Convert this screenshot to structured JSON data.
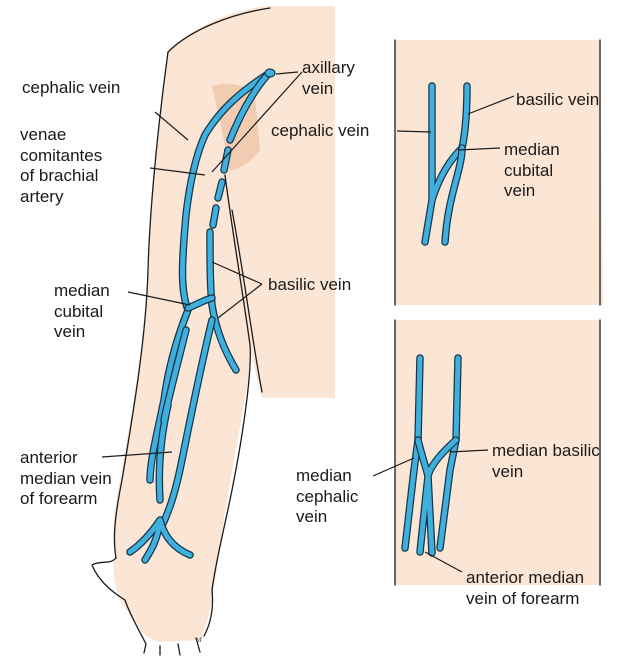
{
  "colors": {
    "skin": "#fbe6d6",
    "skin_shadow": "#f1ccb0",
    "vein": "#3fb0dd",
    "vein_edge": "#17364a"
  },
  "labels": {
    "axillary_vein": "axillary\nvein",
    "cephalic_vein_left": "cephalic vein",
    "venae_comitantes": "venae\ncomitantes\nof brachial\nartery",
    "basilic_vein_left": "basilic vein",
    "median_cubital_left": "median\ncubital\nvein",
    "anterior_median_left": "anterior\nmedian vein\nof forearm",
    "basilic_vein_tr": "basilic vein",
    "cephalic_vein_tr": "cephalic vein",
    "median_cubital_tr": "median\ncubital\nvein",
    "median_basilic_br": "median basilic\nvein",
    "median_cephalic_br": "median\ncephalic\nvein",
    "anterior_median_br": "anterior median\nvein of forearm"
  },
  "signature": "td"
}
